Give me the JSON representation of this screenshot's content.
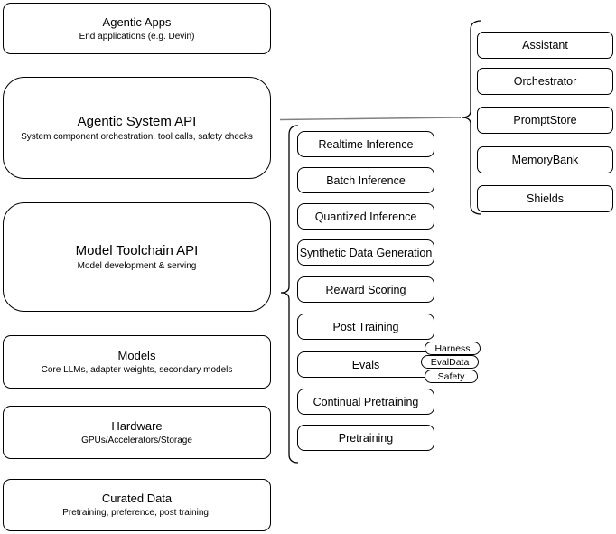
{
  "diagram": {
    "stack": [
      {
        "title": "Agentic Apps",
        "subtitle": "End applications (e.g. Devin)"
      },
      {
        "title": "Agentic System API",
        "subtitle": "System component orchestration, tool calls, safety checks"
      },
      {
        "title": "Model Toolchain API",
        "subtitle": "Model development & serving"
      },
      {
        "title": "Models",
        "subtitle": "Core LLMs, adapter weights, secondary models"
      },
      {
        "title": "Hardware",
        "subtitle": "GPUs/Accelerators/Storage"
      },
      {
        "title": "Curated Data",
        "subtitle": "Pretraining, preference, post training."
      }
    ],
    "toolchain_api_items": [
      "Realtime Inference",
      "Batch Inference",
      "Quantized Inference",
      "Synthetic Data Generation",
      "Reward Scoring",
      "Post Training",
      "Evals",
      "Continual Pretraining",
      "Pretraining"
    ],
    "eval_tags": [
      "Harness",
      "EvalData",
      "Safety"
    ],
    "system_api_components": [
      "Assistant",
      "Orchestrator",
      "PromptStore",
      "MemoryBank",
      "Shields"
    ],
    "colors": {
      "node_border": "#000000",
      "node_fill": "#ffffff",
      "text": "#000000",
      "connector": "#808080"
    }
  }
}
